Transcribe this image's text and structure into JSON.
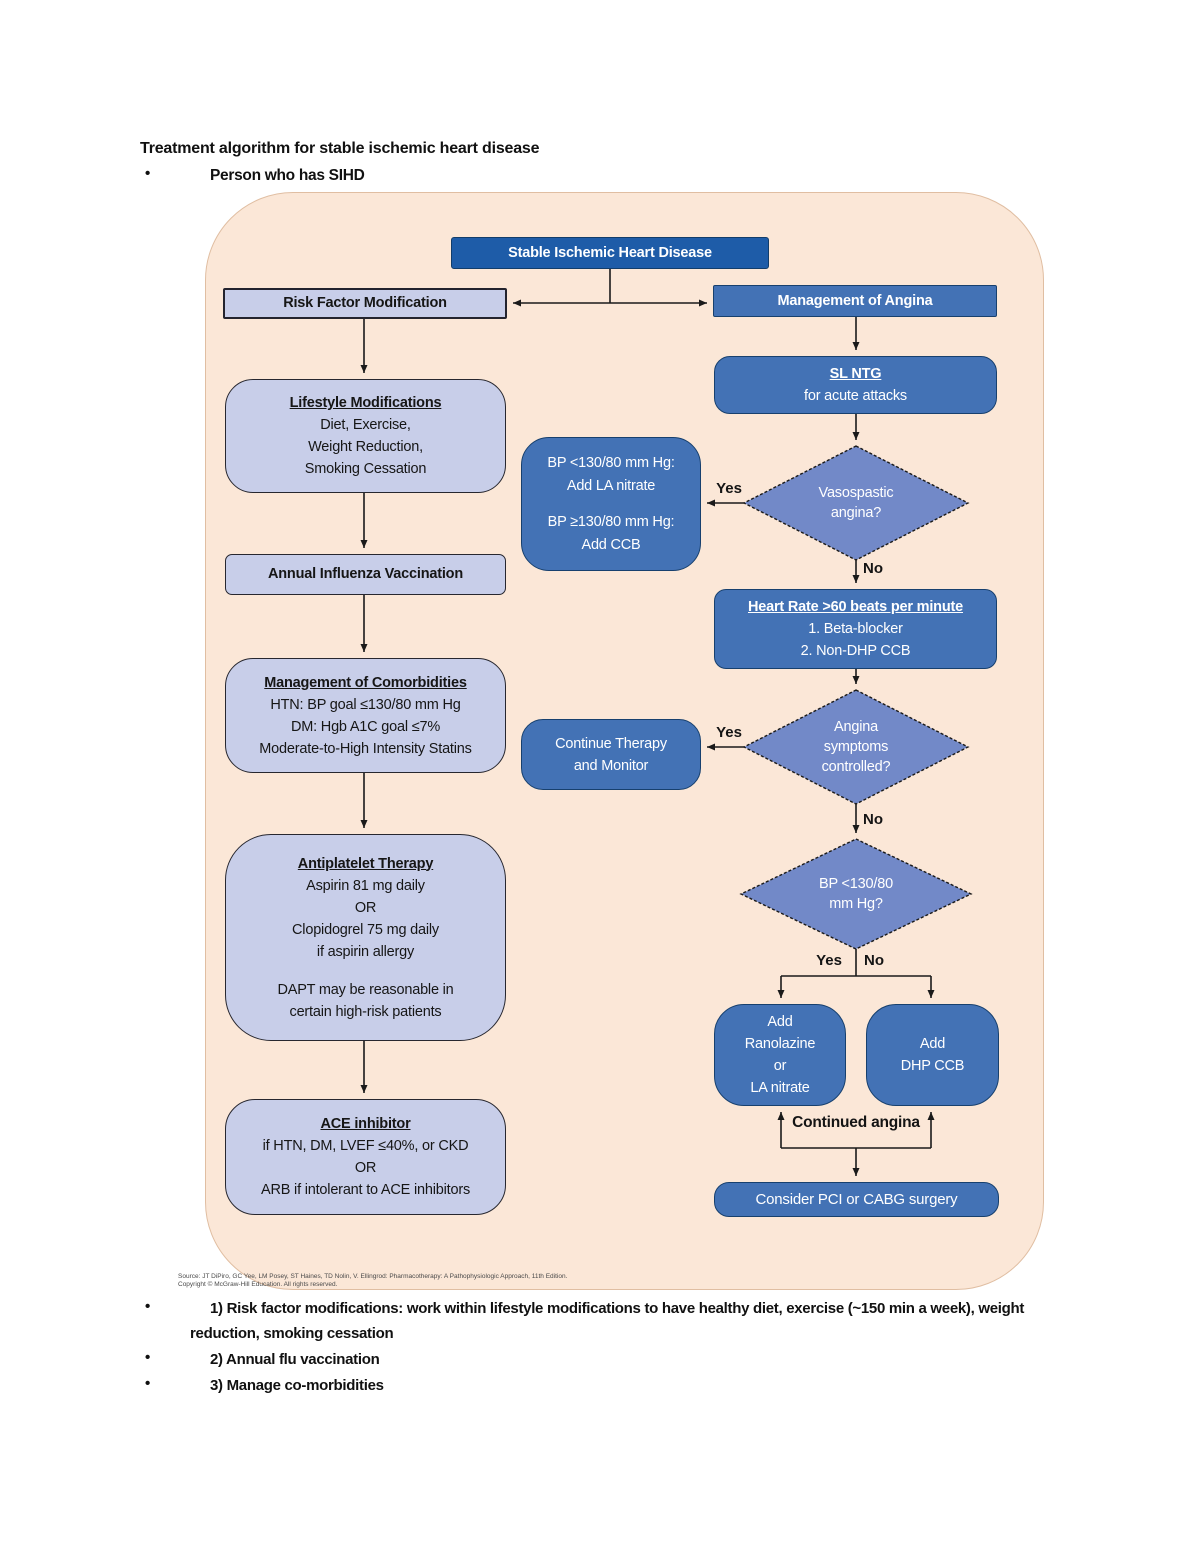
{
  "page": {
    "title": "Treatment algorithm for stable ischemic heart disease",
    "intro_bullet": "Person who has SIHD",
    "notes": [
      "1) Risk factor modifications: work within lifestyle modifications to have healthy diet, exercise (~150 min a week), weight reduction, smoking cessation",
      "2) Annual flu vaccination",
      "3) Manage co-morbidities"
    ]
  },
  "flowchart": {
    "colors": {
      "canvas_bg": "#FBE7D7",
      "canvas_border": "#E0BEA2",
      "dark_blue": "#1E5CA8",
      "medium_blue": "#4372B5",
      "diamond_blue": "#7289C8",
      "lavender": "#C8CEE9",
      "line": "#1A1A1A"
    },
    "labels": {
      "yes": "Yes",
      "no": "No",
      "continued_angina": "Continued angina"
    },
    "nodes": {
      "root": {
        "label": "Stable Ischemic Heart Disease"
      },
      "risk_factor": {
        "label": "Risk Factor Modification"
      },
      "mgmt_angina": {
        "label": "Management of Angina"
      },
      "lifestyle": {
        "title": "Lifestyle Modifications",
        "lines": [
          "Diet, Exercise,",
          "Weight Reduction,",
          "Smoking Cessation"
        ]
      },
      "flu": {
        "label": "Annual Influenza Vaccination"
      },
      "comorbid": {
        "title": "Management of Comorbidities",
        "lines": [
          "HTN: BP goal ≤130/80 mm Hg",
          "DM: Hgb A1C goal ≤7%",
          "Moderate-to-High Intensity Statins"
        ]
      },
      "antiplatelet": {
        "title": "Antiplatelet Therapy",
        "lines": [
          "Aspirin 81 mg daily",
          "OR",
          "Clopidogrel 75 mg daily",
          "if aspirin allergy"
        ],
        "note_lines": [
          "DAPT may be reasonable in",
          "certain high-risk patients"
        ]
      },
      "ace": {
        "title": "ACE inhibitor",
        "lines": [
          "if HTN, DM, LVEF ≤40%, or CKD",
          "OR",
          "ARB if intolerant to ACE inhibitors"
        ]
      },
      "sl_ntg": {
        "title": "SL NTG",
        "subtitle": "for acute attacks"
      },
      "vasospastic": {
        "lines": [
          "Vasospastic",
          "angina?"
        ]
      },
      "bp_nitrate": {
        "group1": [
          "BP <130/80 mm Hg:",
          "Add LA nitrate"
        ],
        "group2": [
          "BP ≥130/80 mm Hg:",
          "Add CCB"
        ]
      },
      "heart_rate": {
        "title": "Heart Rate >60 beats per minute",
        "lines": [
          "1. Beta-blocker",
          "2. Non-DHP CCB"
        ]
      },
      "angina_controlled": {
        "lines": [
          "Angina",
          "symptoms",
          "controlled?"
        ]
      },
      "continue_therapy": {
        "lines": [
          "Continue Therapy",
          "and Monitor"
        ]
      },
      "bp_question": {
        "lines": [
          "BP <130/80",
          "mm Hg?"
        ]
      },
      "add_ranolazine": {
        "lines": [
          "Add",
          "Ranolazine",
          "or",
          "LA nitrate"
        ]
      },
      "add_dhp": {
        "lines": [
          "Add",
          "DHP CCB"
        ]
      },
      "consider_pci": {
        "label": "Consider PCI or CABG surgery"
      }
    },
    "source_line1": "Source: JT DiPiro, GC Yee, LM Posey, ST Haines, TD Nolin, V. Ellingrod: Pharmacotherapy: A Pathophysiologic Approach, 11th Edition.",
    "source_line2": "Copyright © McGraw-Hill Education. All rights reserved."
  }
}
